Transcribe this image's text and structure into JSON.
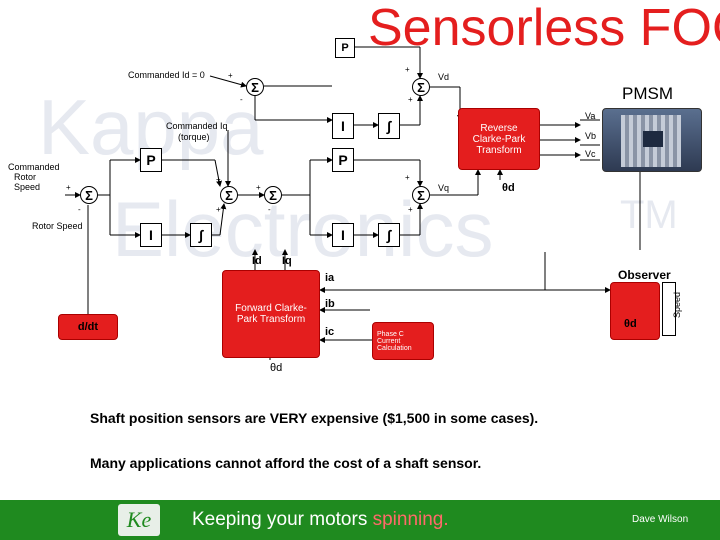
{
  "title": "Sensorless FOC",
  "watermark": {
    "line1": "Kappa",
    "line2": "Electronics",
    "tm": "TM"
  },
  "blocks": {
    "p_top": "P",
    "p_speed": "P",
    "p_q": "P",
    "i_speed": "I",
    "i_q": "I",
    "i_d": "I",
    "integral": "∫",
    "sum_symbol": "Σ",
    "reverse_park": "Reverse Clarke-Park Transform",
    "forward_park": "Forward Clarke-Park Transform",
    "phase_c": "Phase C Current Calculation",
    "ddt": "d/dt",
    "pmsm": "PMSM",
    "observer": "Observer",
    "speed_out": "Speed"
  },
  "labels": {
    "commanded_id": "Commanded Id = 0",
    "commanded_iq_line1": "Commanded Iq",
    "commanded_iq_line2": "(torque)",
    "commanded_speed_1": "Commanded",
    "commanded_speed_2": "Rotor",
    "commanded_speed_3": "Speed",
    "rotor_speed": "Rotor Speed",
    "vd": "Vd",
    "vq": "Vq",
    "va": "Va",
    "vb": "Vb",
    "vc": "Vc",
    "theta_d": "θd",
    "id": "Id",
    "iq": "Iq",
    "ia": "ia",
    "ib": "ib",
    "ic": "ic",
    "plus": "+",
    "minus": "-"
  },
  "text": {
    "line1": "Shaft position sensors are VERY expensive ($1,500 in some cases).",
    "line2": "Many applications cannot afford the cost of a shaft sensor."
  },
  "footer": {
    "tagline_a": "Keeping your motors ",
    "tagline_b": "spinning.",
    "author": "Dave Wilson",
    "logo_text": "Ke"
  },
  "colors": {
    "red": "#e41e1e",
    "green": "#1f8a1f",
    "spin": "#ff6a6a"
  }
}
